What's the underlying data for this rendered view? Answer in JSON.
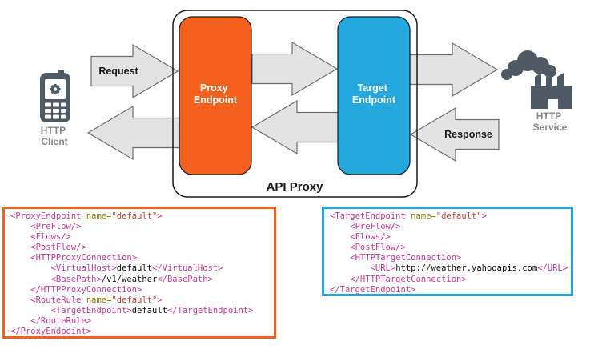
{
  "diagram": {
    "api_proxy_label": "API Proxy",
    "proxy_endpoint": {
      "label_line1": "Proxy",
      "label_line2": "Endpoint"
    },
    "target_endpoint": {
      "label_line1": "Target",
      "label_line2": "Endpoint"
    },
    "request_label": "Request",
    "response_label": "Response",
    "http_client": {
      "label_line1": "HTTP",
      "label_line2": "Client"
    },
    "http_service": {
      "label_line1": "HTTP",
      "label_line2": "Service"
    },
    "colors": {
      "proxy_orange": "#F4611D",
      "target_blue": "#23A7DC",
      "arrow_fill": "#E3E3E3",
      "arrow_stroke": "#6e6e6e",
      "icon_gray": "#4E5B64",
      "label_gray": "#85898C",
      "outline_black": "#1a1a1a"
    }
  },
  "syntax_colors": {
    "tag": "#c53a9a",
    "attribute": "#99800d",
    "value": "#cb4437",
    "text": "#111111"
  },
  "code_blocks": {
    "proxy_endpoint_xml": {
      "accent": "#F4611D",
      "lines": [
        [
          [
            "t",
            "<ProxyEndpoint"
          ],
          [
            "a",
            " name="
          ],
          [
            "v",
            "\"default\""
          ],
          [
            "t",
            ">"
          ]
        ],
        [
          [
            "t",
            "    <PreFlow/>"
          ]
        ],
        [
          [
            "t",
            "    <Flows/>"
          ]
        ],
        [
          [
            "t",
            "    <PostFlow/>"
          ]
        ],
        [
          [
            "t",
            "    <HTTPProxyConnection>"
          ]
        ],
        [
          [
            "t",
            "        <VirtualHost>"
          ],
          [
            "x",
            "default"
          ],
          [
            "t",
            "</VirtualHost>"
          ]
        ],
        [
          [
            "t",
            "        <BasePath>"
          ],
          [
            "x",
            "/v1/weather"
          ],
          [
            "t",
            "</BasePath>"
          ]
        ],
        [
          [
            "t",
            "    </HTTPProxyConnection>"
          ]
        ],
        [
          [
            "t",
            "    <RouteRule"
          ],
          [
            "a",
            " name="
          ],
          [
            "v",
            "\"default\""
          ],
          [
            "t",
            ">"
          ]
        ],
        [
          [
            "t",
            "        <TargetEndpoint>"
          ],
          [
            "x",
            "default"
          ],
          [
            "t",
            "</TargetEndpoint>"
          ]
        ],
        [
          [
            "t",
            "    </RouteRule>"
          ]
        ],
        [
          [
            "t",
            "</ProxyEndpoint>"
          ]
        ]
      ]
    },
    "target_endpoint_xml": {
      "accent": "#23A7DC",
      "lines": [
        [
          [
            "t",
            "<TargetEndpoint"
          ],
          [
            "a",
            " name="
          ],
          [
            "v",
            "\"default\""
          ],
          [
            "t",
            ">"
          ]
        ],
        [
          [
            "t",
            "    <PreFlow/>"
          ]
        ],
        [
          [
            "t",
            "    <Flows/>"
          ]
        ],
        [
          [
            "t",
            "    <PostFlow/>"
          ]
        ],
        [
          [
            "t",
            "    <HTTPTargetConnection>"
          ]
        ],
        [
          [
            "t",
            "        <URL>"
          ],
          [
            "x",
            "http://weather.yahooapis.com"
          ],
          [
            "t",
            "</URL>"
          ]
        ],
        [
          [
            "t",
            "    </HTTPTargetConnection>"
          ]
        ],
        [
          [
            "t",
            "</TargetEndpoint>"
          ]
        ]
      ]
    }
  }
}
